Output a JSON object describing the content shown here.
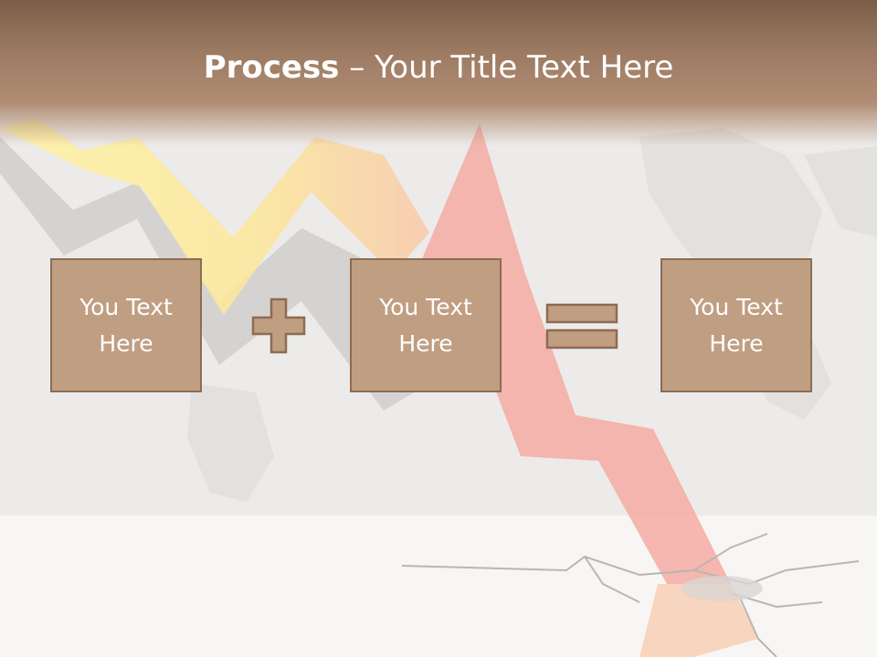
{
  "slide": {
    "title_bold": "Process",
    "title_rest": " – Your Title Text Here",
    "box_left_text": "You Text Here",
    "box_middle_text": "You Text Here",
    "box_right_text": "You Text Here",
    "operator_plus_icon": "plus-icon",
    "operator_equals_icon": "equals-icon"
  },
  "colors": {
    "header": "#9c7a62",
    "box_fill": "#c09e82",
    "box_border": "#8e6b52",
    "arrow_red": "#f4a9a2",
    "arrow_yellow": "#fde68a"
  }
}
